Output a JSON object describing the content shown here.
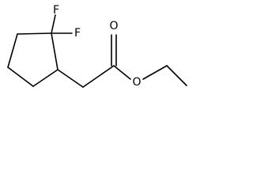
{
  "molecule": {
    "atoms": {
      "fluorine_top": "F",
      "fluorine_right": "F",
      "oxygen_carbonyl": "O",
      "oxygen_ester": "O"
    },
    "colors": {
      "bond": "#000000",
      "label": "#000000",
      "background": "#ffffff"
    }
  }
}
